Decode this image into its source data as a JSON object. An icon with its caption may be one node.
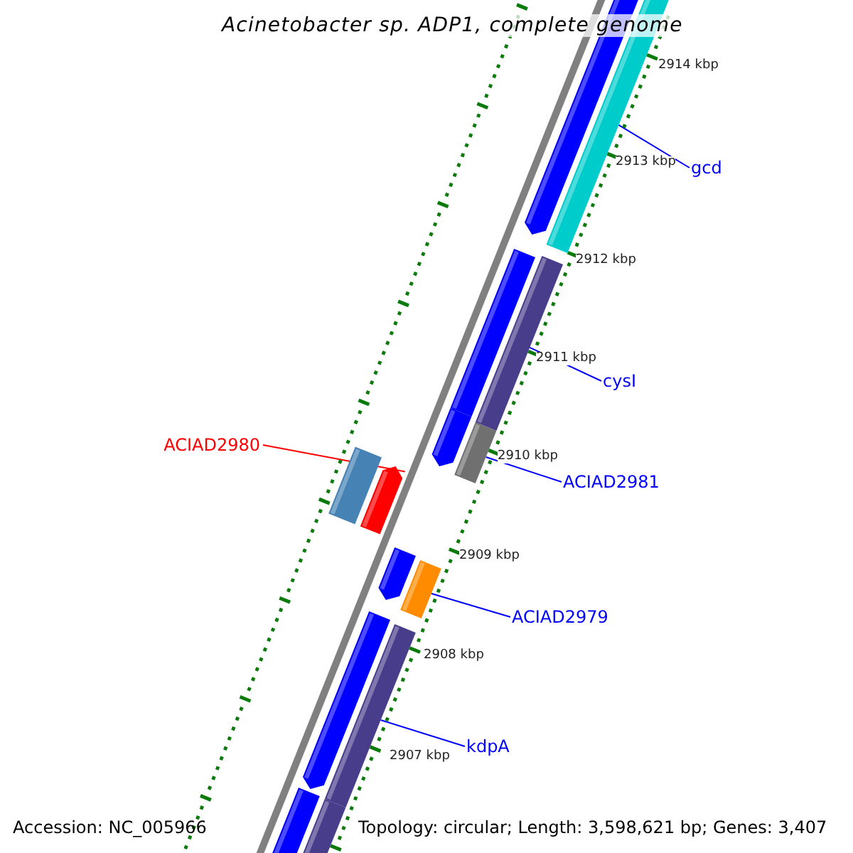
{
  "diagram": {
    "title": "Acinetobacter sp. ADP1, complete genome",
    "nodes": [
      {
        "text": [
          "gcd"
        ]
      },
      {
        "text": [],
        "shape": "bar"
      },
      {
        "text": [
          "cysI"
        ]
      },
      {
        "text": [],
        "shape": "bar"
      },
      {
        "text": [
          "ACIAD2981"
        ]
      },
      {
        "text": [],
        "shape": "bar"
      },
      {
        "text": [
          "ACIAD2980"
        ]
      },
      {
        "text": [],
        "shape": "bar"
      },
      {
        "text": [
          "ACIAD2979"
        ]
      },
      {
        "text": [],
        "shape": "bar"
      },
      {
        "text": [
          "kdpA"
        ]
      },
      {
        "text": [],
        "shape": "bar"
      }
    ],
    "edges": [
      {
        "from": 0,
        "to": 1,
        "arrow": "none"
      },
      {
        "from": 2,
        "to": 3,
        "arrow": "none"
      },
      {
        "from": 4,
        "to": 5,
        "arrow": "none"
      },
      {
        "from": 6,
        "to": 7,
        "arrow": "none",
        "color": "#ff0000"
      },
      {
        "from": 8,
        "to": 9,
        "arrow": "none"
      },
      {
        "from": 10,
        "to": 11,
        "arrow": "none"
      }
    ],
    "labels": [
      "2914 kbp",
      "2913 kbp",
      "2912 kbp",
      "2911 kbp",
      "2910 kbp",
      "2909 kbp",
      "2908 kbp",
      "2907 kbp",
      "Accession: NC_005966",
      "Topology: circular; Length: 3,598,621 bp; Genes: 3,407"
    ]
  }
}
